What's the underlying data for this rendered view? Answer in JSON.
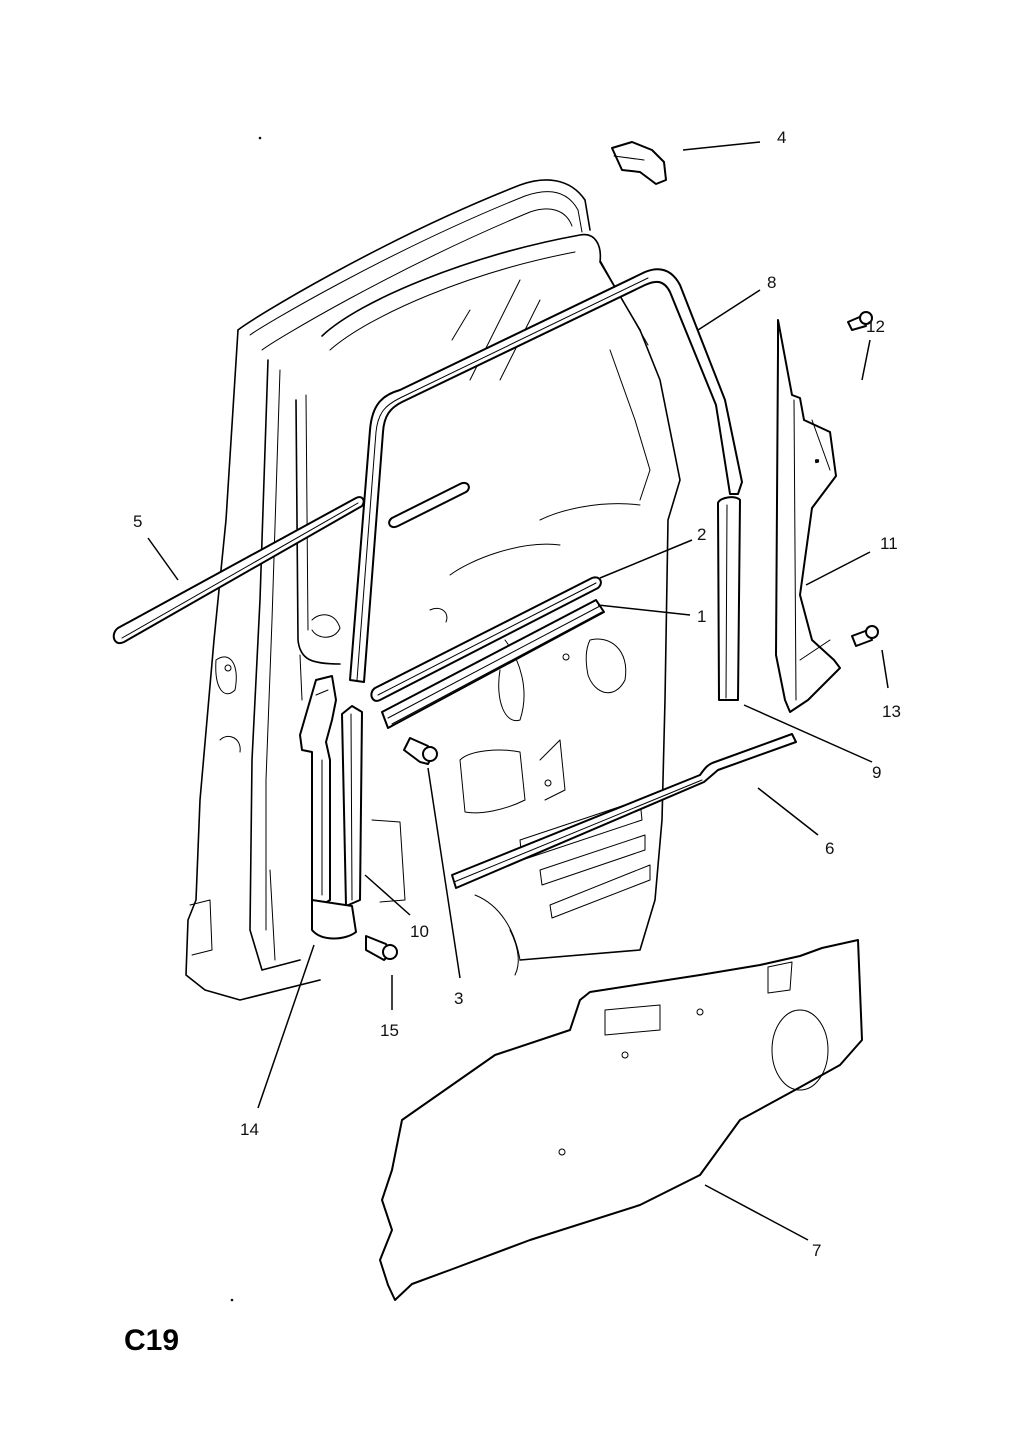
{
  "diagram": {
    "section_code": "C19",
    "callouts": [
      "1",
      "2",
      "3",
      "4",
      "5",
      "6",
      "7",
      "8",
      "9",
      "10",
      "11",
      "12",
      "13",
      "14",
      "15"
    ]
  }
}
